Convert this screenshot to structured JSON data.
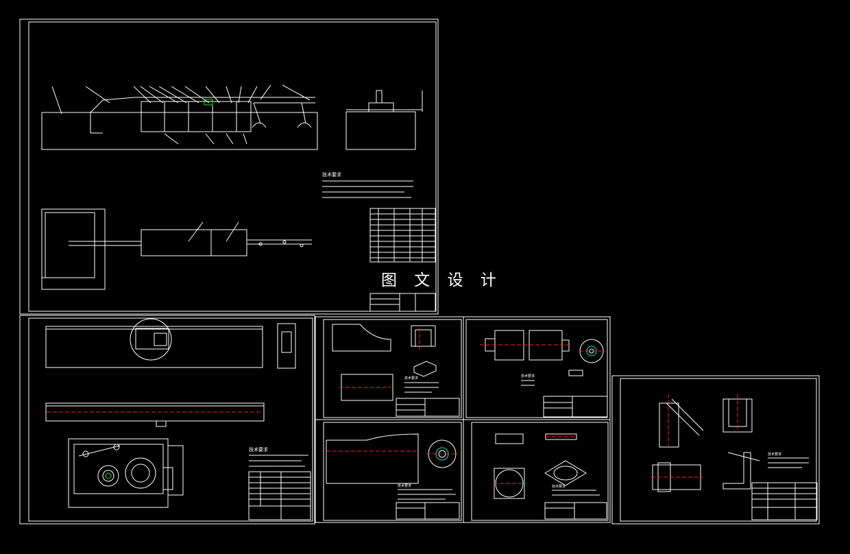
{
  "watermark": "图 文 设 计",
  "colors": {
    "background": "#000000",
    "line": "#ffffff",
    "centerline": "#ff2020",
    "accent_green": "#22dd22",
    "accent_cyan": "#22dddd"
  },
  "sheets": [
    {
      "name": "sheet-general-assembly",
      "notes_heading": "技术要求"
    },
    {
      "name": "sheet-drive-assembly",
      "notes_heading": "技术要求"
    },
    {
      "name": "sheet-part-1",
      "notes_heading": "技术要求"
    },
    {
      "name": "sheet-part-2",
      "notes_heading": "技术要求"
    },
    {
      "name": "sheet-part-3",
      "notes_heading": "技术要求"
    },
    {
      "name": "sheet-part-4",
      "notes_heading": "技术要求"
    },
    {
      "name": "sheet-part-5",
      "notes_heading": "技术要求"
    }
  ]
}
